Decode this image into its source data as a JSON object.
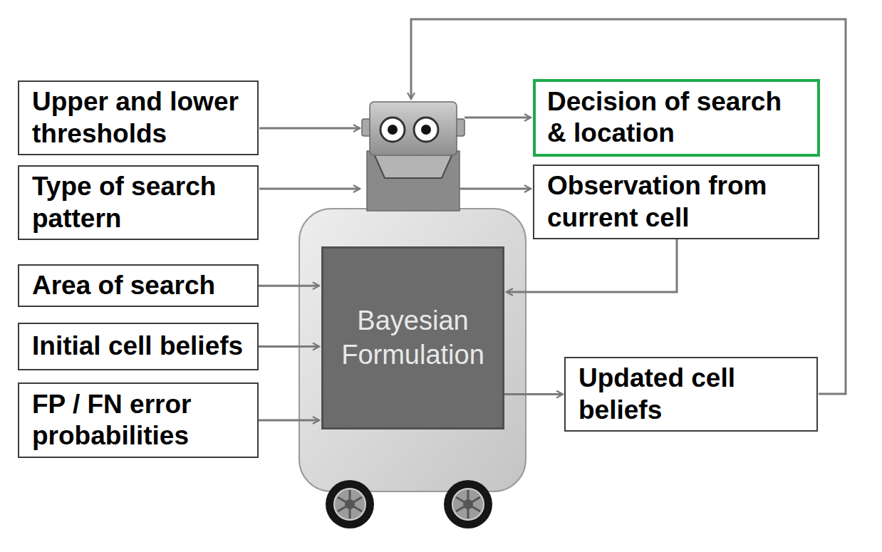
{
  "diagram": {
    "nodes": [
      {
        "text": [
          "Upper and lower thresholds"
        ]
      },
      {
        "text": [
          "Type of search pattern"
        ]
      },
      {
        "text": [
          "Area of search"
        ]
      },
      {
        "text": [
          "Initial cell beliefs"
        ]
      },
      {
        "text": [
          "FP / FN error probabilities"
        ]
      },
      {
        "text": [
          "Bayesian Formulation"
        ]
      },
      {
        "text": [
          "Decision of search & location"
        ]
      },
      {
        "text": [
          "Observation from current cell"
        ]
      },
      {
        "text": [
          "Updated cell beliefs"
        ]
      }
    ],
    "edges": [
      {
        "from": 2,
        "to": 5,
        "arrow": "to"
      },
      {
        "from": 3,
        "to": 5,
        "arrow": "to"
      },
      {
        "from": 4,
        "to": 5,
        "arrow": "to"
      },
      {
        "from": 7,
        "to": 5,
        "arrow": "to"
      },
      {
        "from": 5,
        "to": 8,
        "arrow": "to"
      }
    ]
  }
}
